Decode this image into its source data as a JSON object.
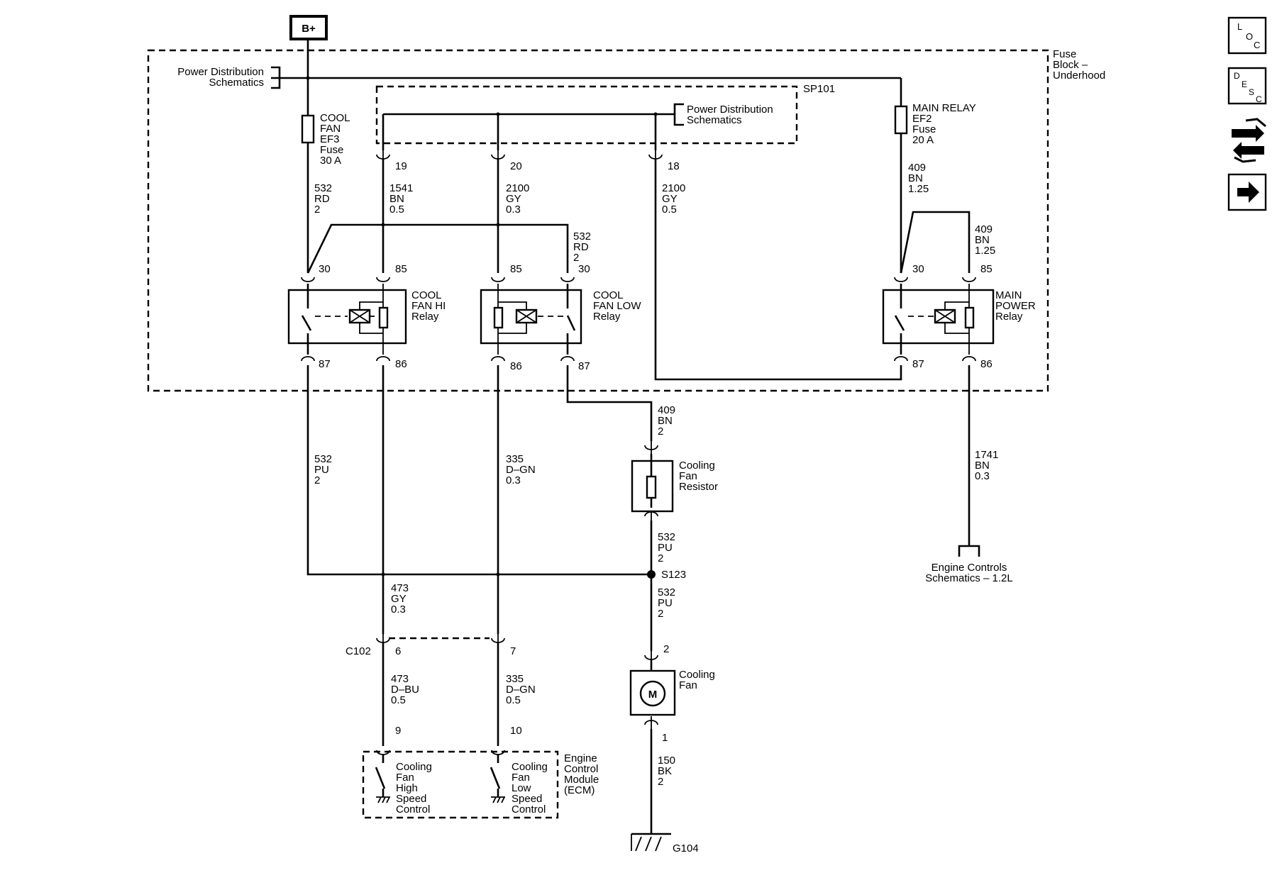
{
  "supply": {
    "label": "B+"
  },
  "fuse_block": {
    "label_lines": [
      "Fuse",
      "Block –",
      "Underhood"
    ]
  },
  "splice_pack": {
    "label": "SP101"
  },
  "ref_power_left": {
    "lines": [
      "Power Distribution",
      "Schematics"
    ]
  },
  "ref_power_inner": {
    "lines": [
      "Power Distribution",
      "Schematics"
    ]
  },
  "fuse_cool": {
    "lines": [
      "COOL",
      "FAN",
      "EF3",
      "Fuse",
      "30 A"
    ]
  },
  "fuse_main": {
    "lines": [
      "MAIN RELAY",
      "EF2",
      "Fuse",
      "20 A"
    ]
  },
  "pins": {
    "p19": "19",
    "p20": "20",
    "p18": "18",
    "hi30": "30",
    "hi85": "85",
    "hi87": "87",
    "hi86": "86",
    "lo85": "85",
    "lo30": "30",
    "lo86": "86",
    "lo87": "87",
    "mp30": "30",
    "mp85": "85",
    "mp87": "87",
    "mp86": "86",
    "c6": "6",
    "c7": "7",
    "e9": "9",
    "e10": "10",
    "fan2": "2",
    "fan1": "1"
  },
  "wires": {
    "w532rd_a": [
      "532",
      "RD",
      "2"
    ],
    "w1541": [
      "1541",
      "BN",
      "0.5"
    ],
    "w2100_a": [
      "2100",
      "GY",
      "0.3"
    ],
    "w2100_b": [
      "2100",
      "GY",
      "0.5"
    ],
    "w409_a": [
      "409",
      "BN",
      "1.25"
    ],
    "w532rd_b": [
      "532",
      "RD",
      "2"
    ],
    "w409_b": [
      "409",
      "BN",
      "1.25"
    ],
    "w532pu_a": [
      "532",
      "PU",
      "2"
    ],
    "w335_a": [
      "335",
      "D–GN",
      "0.3"
    ],
    "w409_c": [
      "409",
      "BN",
      "2"
    ],
    "w1741": [
      "1741",
      "BN",
      "0.3"
    ],
    "w532pu_b": [
      "532",
      "PU",
      "2"
    ],
    "w473_a": [
      "473",
      "GY",
      "0.3"
    ],
    "w532pu_c": [
      "532",
      "PU",
      "2"
    ],
    "w473_b": [
      "473",
      "D–BU",
      "0.5"
    ],
    "w335_b": [
      "335",
      "D–GN",
      "0.5"
    ],
    "w150": [
      "150",
      "BK",
      "2"
    ]
  },
  "relays": {
    "hi": [
      "COOL",
      "FAN HI",
      "Relay"
    ],
    "low": [
      "COOL",
      "FAN LOW",
      "Relay"
    ],
    "main": [
      "MAIN",
      "POWER",
      "Relay"
    ]
  },
  "resistor": {
    "lines": [
      "Cooling",
      "Fan",
      "Resistor"
    ]
  },
  "splice": {
    "label": "S123"
  },
  "connector": {
    "label": "C102"
  },
  "fan_motor": {
    "lines": [
      "Cooling",
      "Fan"
    ],
    "symbol": "M"
  },
  "ground": {
    "label": "G104"
  },
  "engine_ref": {
    "lines": [
      "Engine Controls",
      "Schematics – 1.2L"
    ]
  },
  "ecm": {
    "module": [
      "Engine",
      "Control",
      "Module",
      "(ECM)"
    ],
    "high": [
      "Cooling",
      "Fan",
      "High",
      "Speed",
      "Control"
    ],
    "low": [
      "Cooling",
      "Fan",
      "Low",
      "Speed",
      "Control"
    ]
  },
  "nav": {
    "loc": [
      "L",
      "O",
      "C"
    ],
    "desc": [
      "D",
      "E",
      "S",
      "C"
    ],
    "connector_icon": "connector-icon",
    "arrow_icon": "arrow-right-icon"
  }
}
